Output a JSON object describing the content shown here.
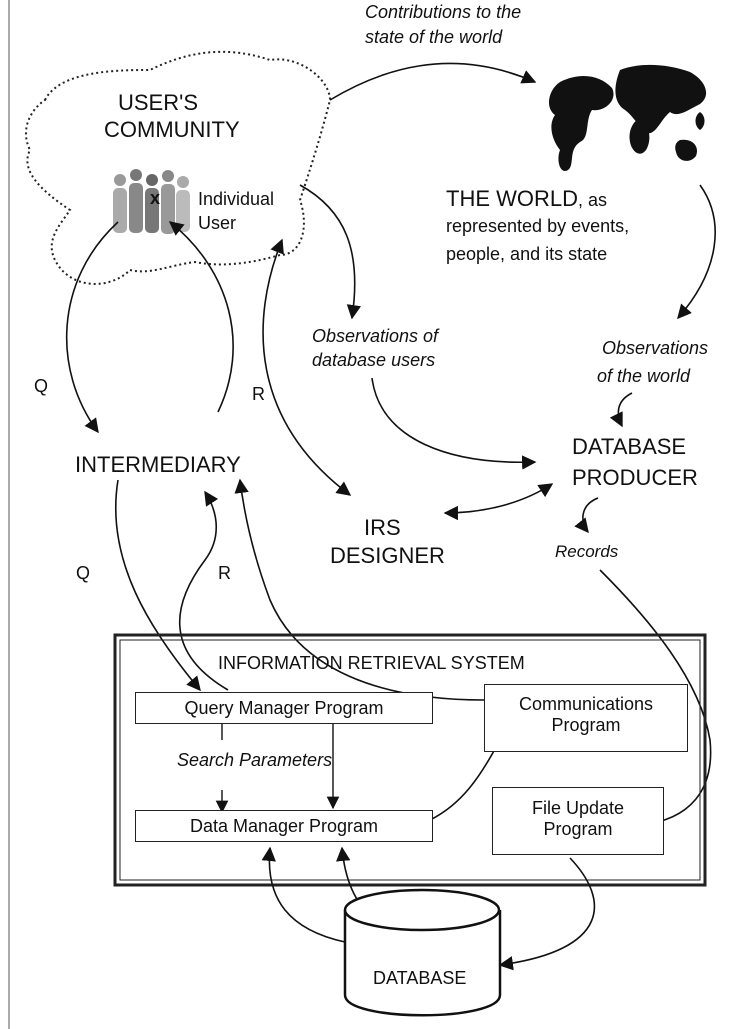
{
  "world": {
    "contrib_line1": "Contributions to the",
    "contrib_line2": "state of the world",
    "title": "THE WORLD",
    "desc_line1": ", as",
    "desc_line2": "represented  by events,",
    "desc_line3": "people, and its state"
  },
  "community": {
    "line1": "USER'S",
    "line2": "COMMUNITY",
    "user_marker": "x",
    "user_line1": "Individual",
    "user_line2": "User"
  },
  "observations": {
    "users_line1": "Observations of",
    "users_line2": "database users",
    "world_line1": "Observations",
    "world_line2": "of the world"
  },
  "labels": {
    "q_top": "Q",
    "r_top": "R",
    "q_bottom": "Q",
    "r_bottom": "R",
    "records": "Records"
  },
  "actors": {
    "intermediary": "INTERMEDIARY",
    "producer_line1": "DATABASE",
    "producer_line2": "PRODUCER",
    "designer_line1": "IRS",
    "designer_line2": "DESIGNER"
  },
  "irs": {
    "title": "INFORMATION RETRIEVAL SYSTEM",
    "query_manager": "Query Manager Program",
    "search_params": "Search Parameters",
    "data_manager": "Data Manager Program",
    "comm_line1": "Communications",
    "comm_line2": "Program",
    "file_line1": "File Update",
    "file_line2": "Program"
  },
  "database": {
    "label": "DATABASE"
  }
}
